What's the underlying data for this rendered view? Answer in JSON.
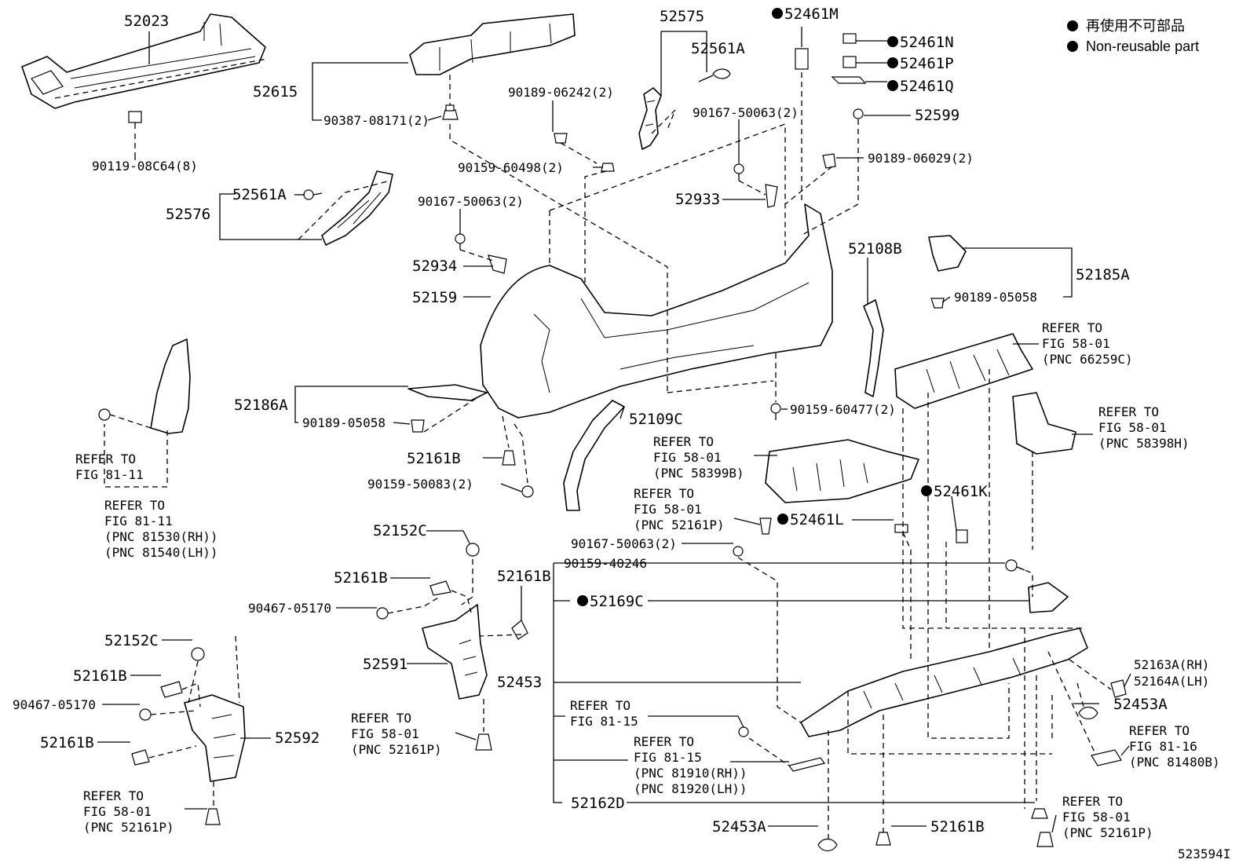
{
  "legend": {
    "line1": "再使用不可部品",
    "line2": "Non-reusable part"
  },
  "figure_id": "523594I",
  "callouts": [
    {
      "key": "c52023",
      "text": "52023"
    },
    {
      "key": "c9011908c64",
      "text": "90119-08C64(8)"
    },
    {
      "key": "c52615",
      "text": "52615"
    },
    {
      "key": "c9038708171",
      "text": "90387-08171(2)"
    },
    {
      "key": "c52575",
      "text": "52575"
    },
    {
      "key": "c52561a_top",
      "text": "52561A"
    },
    {
      "key": "c52461m",
      "text": "52461M"
    },
    {
      "key": "c52461n",
      "text": "52461N"
    },
    {
      "key": "c52461p",
      "text": "52461P"
    },
    {
      "key": "c52461q",
      "text": "52461Q"
    },
    {
      "key": "c9018906242",
      "text": "90189-06242(2)"
    },
    {
      "key": "c9016750063_a",
      "text": "90167-50063(2)"
    },
    {
      "key": "c52599",
      "text": "52599"
    },
    {
      "key": "c9018906029",
      "text": "90189-06029(2)"
    },
    {
      "key": "c9015960498",
      "text": "90159-60498(2)"
    },
    {
      "key": "c52561a_left",
      "text": "52561A"
    },
    {
      "key": "c52576",
      "text": "52576"
    },
    {
      "key": "c9016750063_b",
      "text": "90167-50063(2)"
    },
    {
      "key": "c52933",
      "text": "52933"
    },
    {
      "key": "c52934",
      "text": "52934"
    },
    {
      "key": "c52159",
      "text": "52159"
    },
    {
      "key": "c52108b",
      "text": "52108B"
    },
    {
      "key": "c52185a",
      "text": "52185A"
    },
    {
      "key": "c9018905058_a",
      "text": "90189-05058"
    },
    {
      "key": "c52186a",
      "text": "52186A"
    },
    {
      "key": "c9018905058_b",
      "text": "90189-05058"
    },
    {
      "key": "c52109c",
      "text": "52109C"
    },
    {
      "key": "c9015960477",
      "text": "90159-60477(2)"
    },
    {
      "key": "c52161b_a",
      "text": "52161B"
    },
    {
      "key": "c9015950083",
      "text": "90159-50083(2)"
    },
    {
      "key": "c52461k",
      "text": "52461K"
    },
    {
      "key": "c52461l",
      "text": "52461L"
    },
    {
      "key": "c52152c_a",
      "text": "52152C"
    },
    {
      "key": "c52161b_b",
      "text": "52161B"
    },
    {
      "key": "c52161b_c",
      "text": "52161B"
    },
    {
      "key": "c9046705170_a",
      "text": "90467-05170"
    },
    {
      "key": "c9016750063_c",
      "text": "90167-50063(2)"
    },
    {
      "key": "c9015940246",
      "text": "90159-40246"
    },
    {
      "key": "c52169c",
      "text": "52169C"
    },
    {
      "key": "c52152c_b",
      "text": "52152C"
    },
    {
      "key": "c52161b_d",
      "text": "52161B"
    },
    {
      "key": "c9046705170_b",
      "text": "90467-05170"
    },
    {
      "key": "c52161b_e",
      "text": "52161B"
    },
    {
      "key": "c52592",
      "text": "52592"
    },
    {
      "key": "c52591",
      "text": "52591"
    },
    {
      "key": "c52453",
      "text": "52453"
    },
    {
      "key": "c52163a",
      "text": "52163A(RH)"
    },
    {
      "key": "c52164a",
      "text": "52164A(LH)"
    },
    {
      "key": "c52453a_r",
      "text": "52453A"
    },
    {
      "key": "c52162d",
      "text": "52162D"
    },
    {
      "key": "c52453a_b",
      "text": "52453A"
    },
    {
      "key": "c52161b_f",
      "text": "52161B"
    }
  ],
  "refs": [
    {
      "key": "r_fig8111_a",
      "lines": [
        "REFER TO",
        "FIG 81-11"
      ]
    },
    {
      "key": "r_fig8111_b",
      "lines": [
        "REFER TO",
        "FIG 81-11",
        "(PNC 81530(RH))",
        "(PNC 81540(LH))"
      ]
    },
    {
      "key": "r_fig5801_66259c",
      "lines": [
        "REFER TO",
        "FIG 58-01",
        "(PNC 66259C)"
      ]
    },
    {
      "key": "r_fig5801_58398h",
      "lines": [
        "REFER TO",
        "FIG 58-01",
        "(PNC 58398H)"
      ]
    },
    {
      "key": "r_fig5801_58399b",
      "lines": [
        "REFER TO",
        "FIG 58-01",
        "(PNC 58399B)"
      ]
    },
    {
      "key": "r_fig5801_52161p_a",
      "lines": [
        "REFER TO",
        "FIG 58-01",
        "(PNC 52161P)"
      ]
    },
    {
      "key": "r_fig5801_52161p_b",
      "lines": [
        "REFER TO",
        "FIG 58-01",
        "(PNC 52161P)"
      ]
    },
    {
      "key": "r_fig5801_52161p_c",
      "lines": [
        "REFER TO",
        "FIG 58-01",
        "(PNC 52161P)"
      ]
    },
    {
      "key": "r_fig5801_52161p_d",
      "lines": [
        "REFER TO",
        "FIG 58-01",
        "(PNC 52161P)"
      ]
    },
    {
      "key": "r_fig8115_a",
      "lines": [
        "REFER TO",
        "FIG 81-15"
      ]
    },
    {
      "key": "r_fig8115_b",
      "lines": [
        "REFER TO",
        "FIG 81-15",
        "(PNC 81910(RH))",
        "(PNC 81920(LH))"
      ]
    },
    {
      "key": "r_fig8116",
      "lines": [
        "REFER TO",
        "FIG 81-16",
        "(PNC 81480B)"
      ]
    }
  ]
}
